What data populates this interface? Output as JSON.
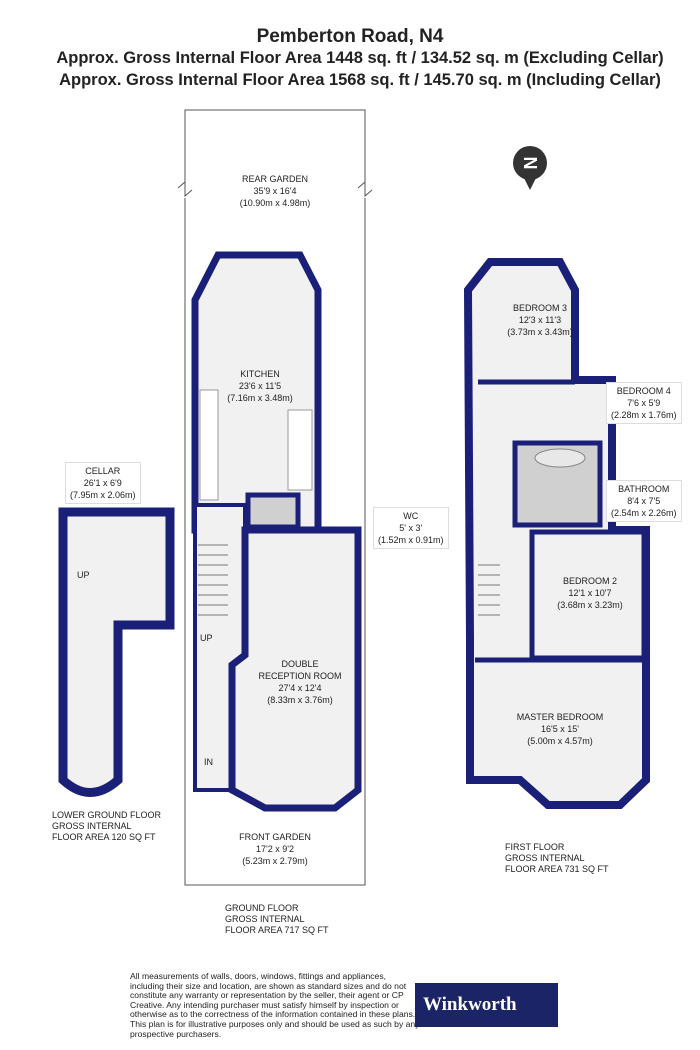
{
  "header": {
    "title": "Pemberton Road, N4",
    "area_excluding": "Approx. Gross Internal Floor Area 1448 sq. ft / 134.52 sq. m (Excluding Cellar)",
    "area_including": "Approx. Gross Internal Floor Area 1568 sq. ft / 145.70 sq. m (Including Cellar)"
  },
  "compass": {
    "letter": "N"
  },
  "colors": {
    "wall": "#1a1f78",
    "floor": "#f1f1f1",
    "wet": "#cfcfcf",
    "logo_bg": "#1b2467"
  },
  "rooms": {
    "rear_garden": {
      "name": "REAR GARDEN",
      "imperial": "35'9 x 16'4",
      "metric": "(10.90m x 4.98m)"
    },
    "kitchen": {
      "name": "KITCHEN",
      "imperial": "23'6 x 11'5",
      "metric": "(7.16m x 3.48m)"
    },
    "wc": {
      "name": "WC",
      "imperial": "5' x 3'",
      "metric": "(1.52m x 0.91m)"
    },
    "reception": {
      "name1": "DOUBLE",
      "name2": "RECEPTION ROOM",
      "imperial": "27'4 x 12'4",
      "metric": "(8.33m x 3.76m)"
    },
    "front_garden": {
      "name": "FRONT GARDEN",
      "imperial": "17'2 x 9'2",
      "metric": "(5.23m x 2.79m)"
    },
    "cellar": {
      "name": "CELLAR",
      "imperial": "26'1 x 6'9",
      "metric": "(7.95m x 2.06m)"
    },
    "bedroom3": {
      "name": "BEDROOM 3",
      "imperial": "12'3 x 11'3",
      "metric": "(3.73m x 3.43m)"
    },
    "bedroom4": {
      "name": "BEDROOM 4",
      "imperial": "7'6 x 5'9",
      "metric": "(2.28m x 1.76m)"
    },
    "bathroom": {
      "name": "BATHROOM",
      "imperial": "8'4 x 7'5",
      "metric": "(2.54m x 2.26m)"
    },
    "bedroom2": {
      "name": "BEDROOM 2",
      "imperial": "12'1 x 10'7",
      "metric": "(3.68m x 3.23m)"
    },
    "master": {
      "name": "MASTER BEDROOM",
      "imperial": "16'5 x 15'",
      "metric": "(5.00m x 4.57m)"
    }
  },
  "markers": {
    "up": "UP",
    "in": "IN"
  },
  "floors": {
    "lower": {
      "l1": "LOWER GROUND FLOOR",
      "l2": "GROSS INTERNAL",
      "l3": "FLOOR AREA 120 SQ FT"
    },
    "ground": {
      "l1": "GROUND FLOOR",
      "l2": "GROSS INTERNAL",
      "l3": "FLOOR AREA 717 SQ FT"
    },
    "first": {
      "l1": "FIRST FLOOR",
      "l2": "GROSS INTERNAL",
      "l3": "FLOOR AREA 731 SQ FT"
    }
  },
  "disclaimer": "All measurements of walls, doors, windows, fittings and appliances, including their size and location, are shown as standard sizes and do not constitute any warranty or representation by the seller, their agent or CP Creative. Any intending purchaser must satisfy himself by inspection or otherwise as to the correctness of the information contained in these plans. This plan is for illustrative purposes only and should be used as such by any prospective purchasers.",
  "logo": "Winkworth"
}
